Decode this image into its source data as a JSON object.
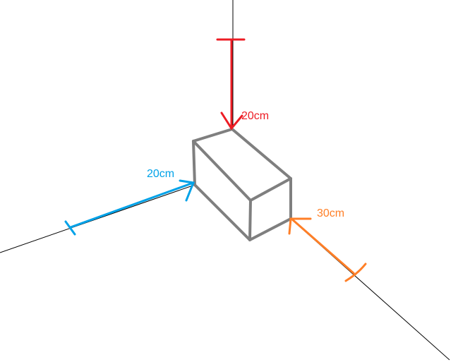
{
  "labels": {
    "height": "20cm",
    "width": "20cm",
    "length": "30cm"
  },
  "colors": {
    "height": "#ed1c24",
    "width": "#00a2e8",
    "length": "#ff7f27",
    "box": "#7f7f7f",
    "axes": "#000000"
  }
}
